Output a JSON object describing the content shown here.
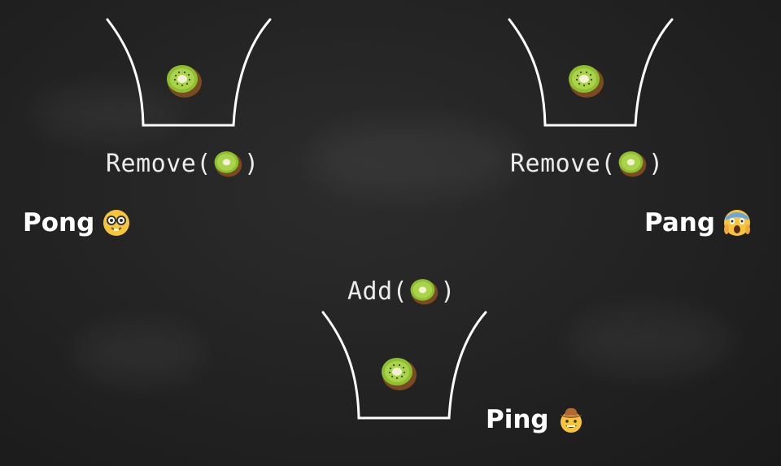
{
  "baskets": [
    {
      "name": "left"
    },
    {
      "name": "right"
    },
    {
      "name": "bottom"
    }
  ],
  "operations": {
    "left": {
      "prefix": "Remove(",
      "suffix": ")"
    },
    "right": {
      "prefix": "Remove(",
      "suffix": ")"
    },
    "bottom": {
      "prefix": "Add(",
      "suffix": ")"
    }
  },
  "players": {
    "pong": {
      "name": "Pong",
      "emoji": "nerd-face-icon"
    },
    "pang": {
      "name": "Pang",
      "emoji": "screaming-face-icon"
    },
    "ping": {
      "name": "Ping",
      "emoji": "cowboy-face-icon"
    }
  },
  "colors": {
    "board": "#262626",
    "chalk": "#ffffff",
    "kiwi_skin": "#8a5a2b",
    "kiwi_flesh": "#8dbf2f"
  }
}
